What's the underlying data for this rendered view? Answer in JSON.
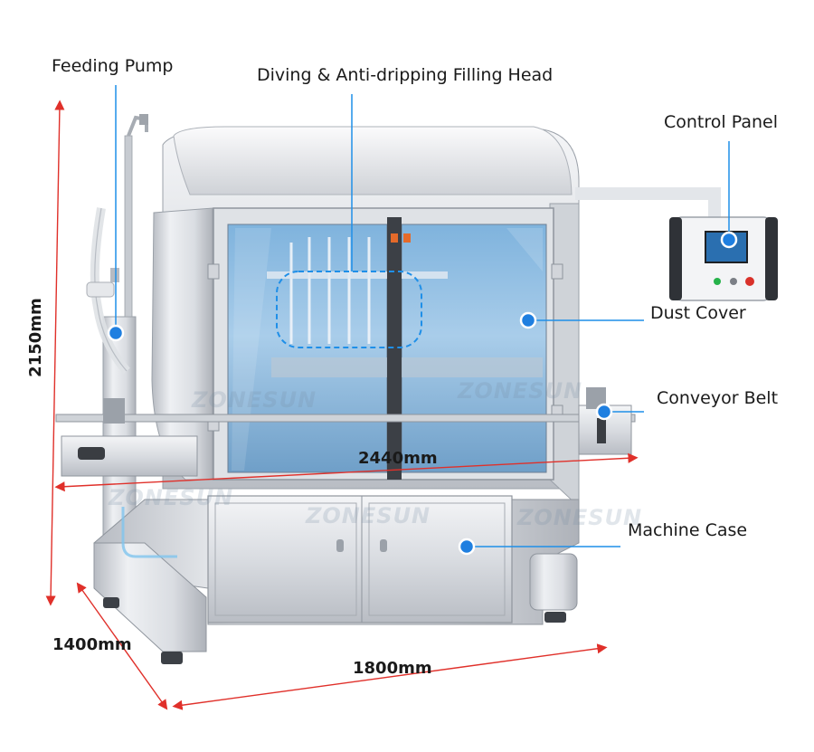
{
  "callouts": {
    "feeding_pump": "Feeding Pump",
    "filling_head": "Diving & Anti-dripping Filling Head",
    "control_panel": "Control Panel",
    "dust_cover": "Dust Cover",
    "conveyor_belt": "Conveyor Belt",
    "machine_case": "Machine Case"
  },
  "dimensions": {
    "height": "2150mm",
    "depth": "1400mm",
    "length": "1800mm",
    "conveyor_length": "2440mm"
  },
  "watermark": "ZONESUN",
  "colors": {
    "callout_line": "#1f8fe8",
    "callout_dot": "#1f7fe0",
    "dimension_line": "#e0302a",
    "stainless_light": "#eceef1",
    "stainless_mid": "#c9ccd2",
    "glass_blue": "#9fc4e4"
  }
}
